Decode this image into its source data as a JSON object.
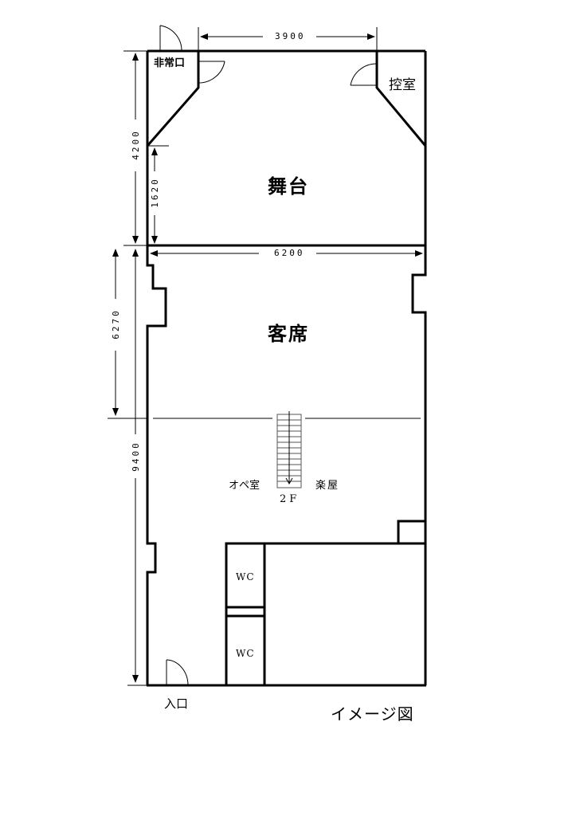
{
  "plan": {
    "caption": "イメージ図",
    "rooms": {
      "stage": "舞台",
      "seating": "客席",
      "emergency_exit": "非常口",
      "control_room": "控室",
      "operation_room": "オペ室",
      "dressing_room": "楽屋",
      "second_floor": "2F",
      "wc_1": "WC",
      "wc_2": "WC",
      "entrance": "入口"
    },
    "dimensions": {
      "stage_opening_width": "3900",
      "stage_depth": "4200",
      "stage_side_height": "1620",
      "hall_width": "6200",
      "seating_depth": "6270",
      "rear_depth": "9400"
    },
    "colors": {
      "wall": "#000000",
      "background": "#ffffff",
      "stair": "#555555"
    }
  }
}
